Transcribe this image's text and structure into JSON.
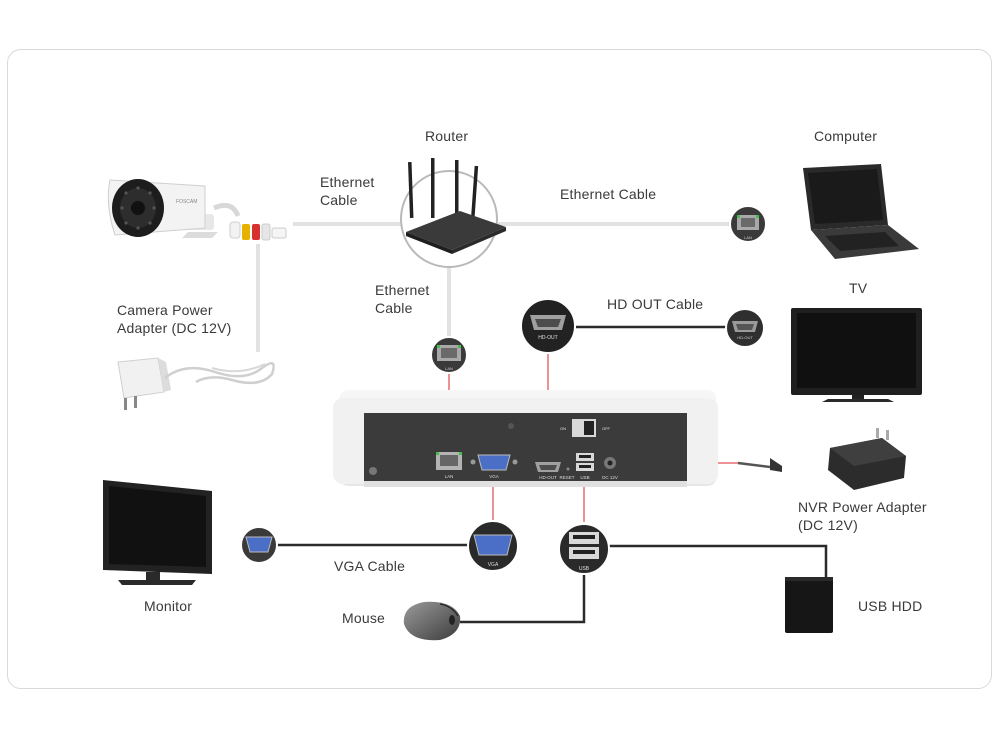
{
  "labels": {
    "router": "Router",
    "computer": "Computer",
    "tv": "TV",
    "ethernet_cable_left": "Ethernet\nCable",
    "ethernet_cable_right": "Ethernet Cable",
    "ethernet_cable_down": "Ethernet\nCable",
    "camera_power_adapter": "Camera Power\nAdapter (DC 12V)",
    "hd_out_cable": "HD OUT Cable",
    "nvr_power_adapter": "NVR Power Adapter\n(DC 12V)",
    "monitor": "Monitor",
    "vga_cable": "VGA Cable",
    "mouse": "Mouse",
    "usb_hdd": "USB HDD"
  },
  "port_labels": {
    "lan": "LAN",
    "vga": "VGA",
    "hd_out": "HD-OUT",
    "reset": "RESET",
    "usb": "USB",
    "dc12v": "DC 12V",
    "on": "ON",
    "off": "OFF",
    "camera_brand": "FOSCAM"
  },
  "colors": {
    "cable": "#e2e2e2",
    "cable_dark": "#2b2b2b",
    "guide": "#d9262b",
    "nvr_panel": "#3b3b3b",
    "frame_border": "#d9d9d9"
  }
}
